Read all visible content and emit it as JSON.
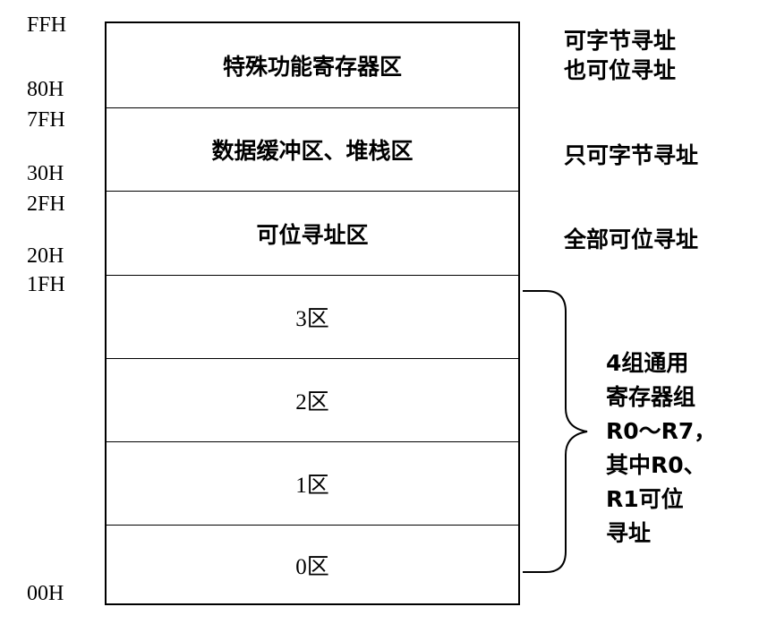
{
  "addresses": {
    "ffh": "FFH",
    "h80": "80H",
    "h7f": "7FH",
    "h30": "30H",
    "h2f": "2FH",
    "h20": "20H",
    "h1f": "1FH",
    "h00": "00H"
  },
  "regions": [
    {
      "label": "特殊功能寄存器区"
    },
    {
      "label": "数据缓冲区、堆栈区"
    },
    {
      "label": "可位寻址区"
    },
    {
      "label": "3区"
    },
    {
      "label": "2区"
    },
    {
      "label": "1区"
    },
    {
      "label": "0区"
    }
  ],
  "notes": {
    "sfr_line1": "可字节寻址",
    "sfr_line2": "也可位寻址",
    "data_area": "只可字节寻址",
    "bit_area": "全部可位寻址"
  },
  "register_group_note": [
    "4组通用",
    "寄存器组",
    "R0～R7，",
    "其中R0、",
    "R1可位",
    "寻址"
  ]
}
